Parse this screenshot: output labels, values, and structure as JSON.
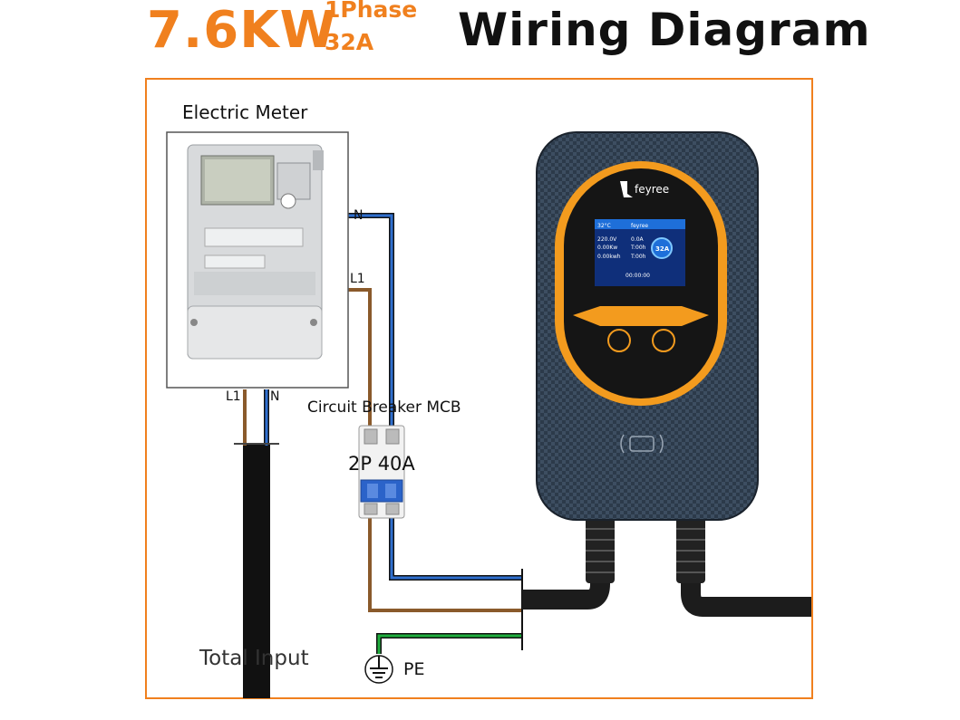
{
  "header": {
    "power": "7.6KW",
    "phase": "1Phase",
    "current": "32A",
    "title": "Wiring Diagram"
  },
  "meter": {
    "label": "Electric Meter"
  },
  "breaker": {
    "label": "Circuit Breaker MCB",
    "rating": "2P 40A"
  },
  "wires": {
    "meter_out_n": "N",
    "meter_out_l1": "L1",
    "meter_in_l1": "L1",
    "meter_in_n": "N"
  },
  "ground": {
    "label": "PE"
  },
  "input": {
    "label": "Total Input"
  },
  "charger": {
    "brand": "feyree",
    "screen": {
      "temp": "32°C",
      "brand": "feyree",
      "voltage": "220.0V",
      "current": "0.0A",
      "power": "0.00Kw",
      "energy": "0.00kwh",
      "t1": "T:00h",
      "t2": "T:00h",
      "amps": "32A",
      "timer": "00:00:00"
    }
  },
  "colors": {
    "accent": "#f0801e",
    "neutral_wire": "#2f6fcf",
    "live_wire": "#8a5a2b",
    "ground_wire": "#1fae3d",
    "cable": "#1c1c1c",
    "charger_orange": "#f39b1e"
  }
}
